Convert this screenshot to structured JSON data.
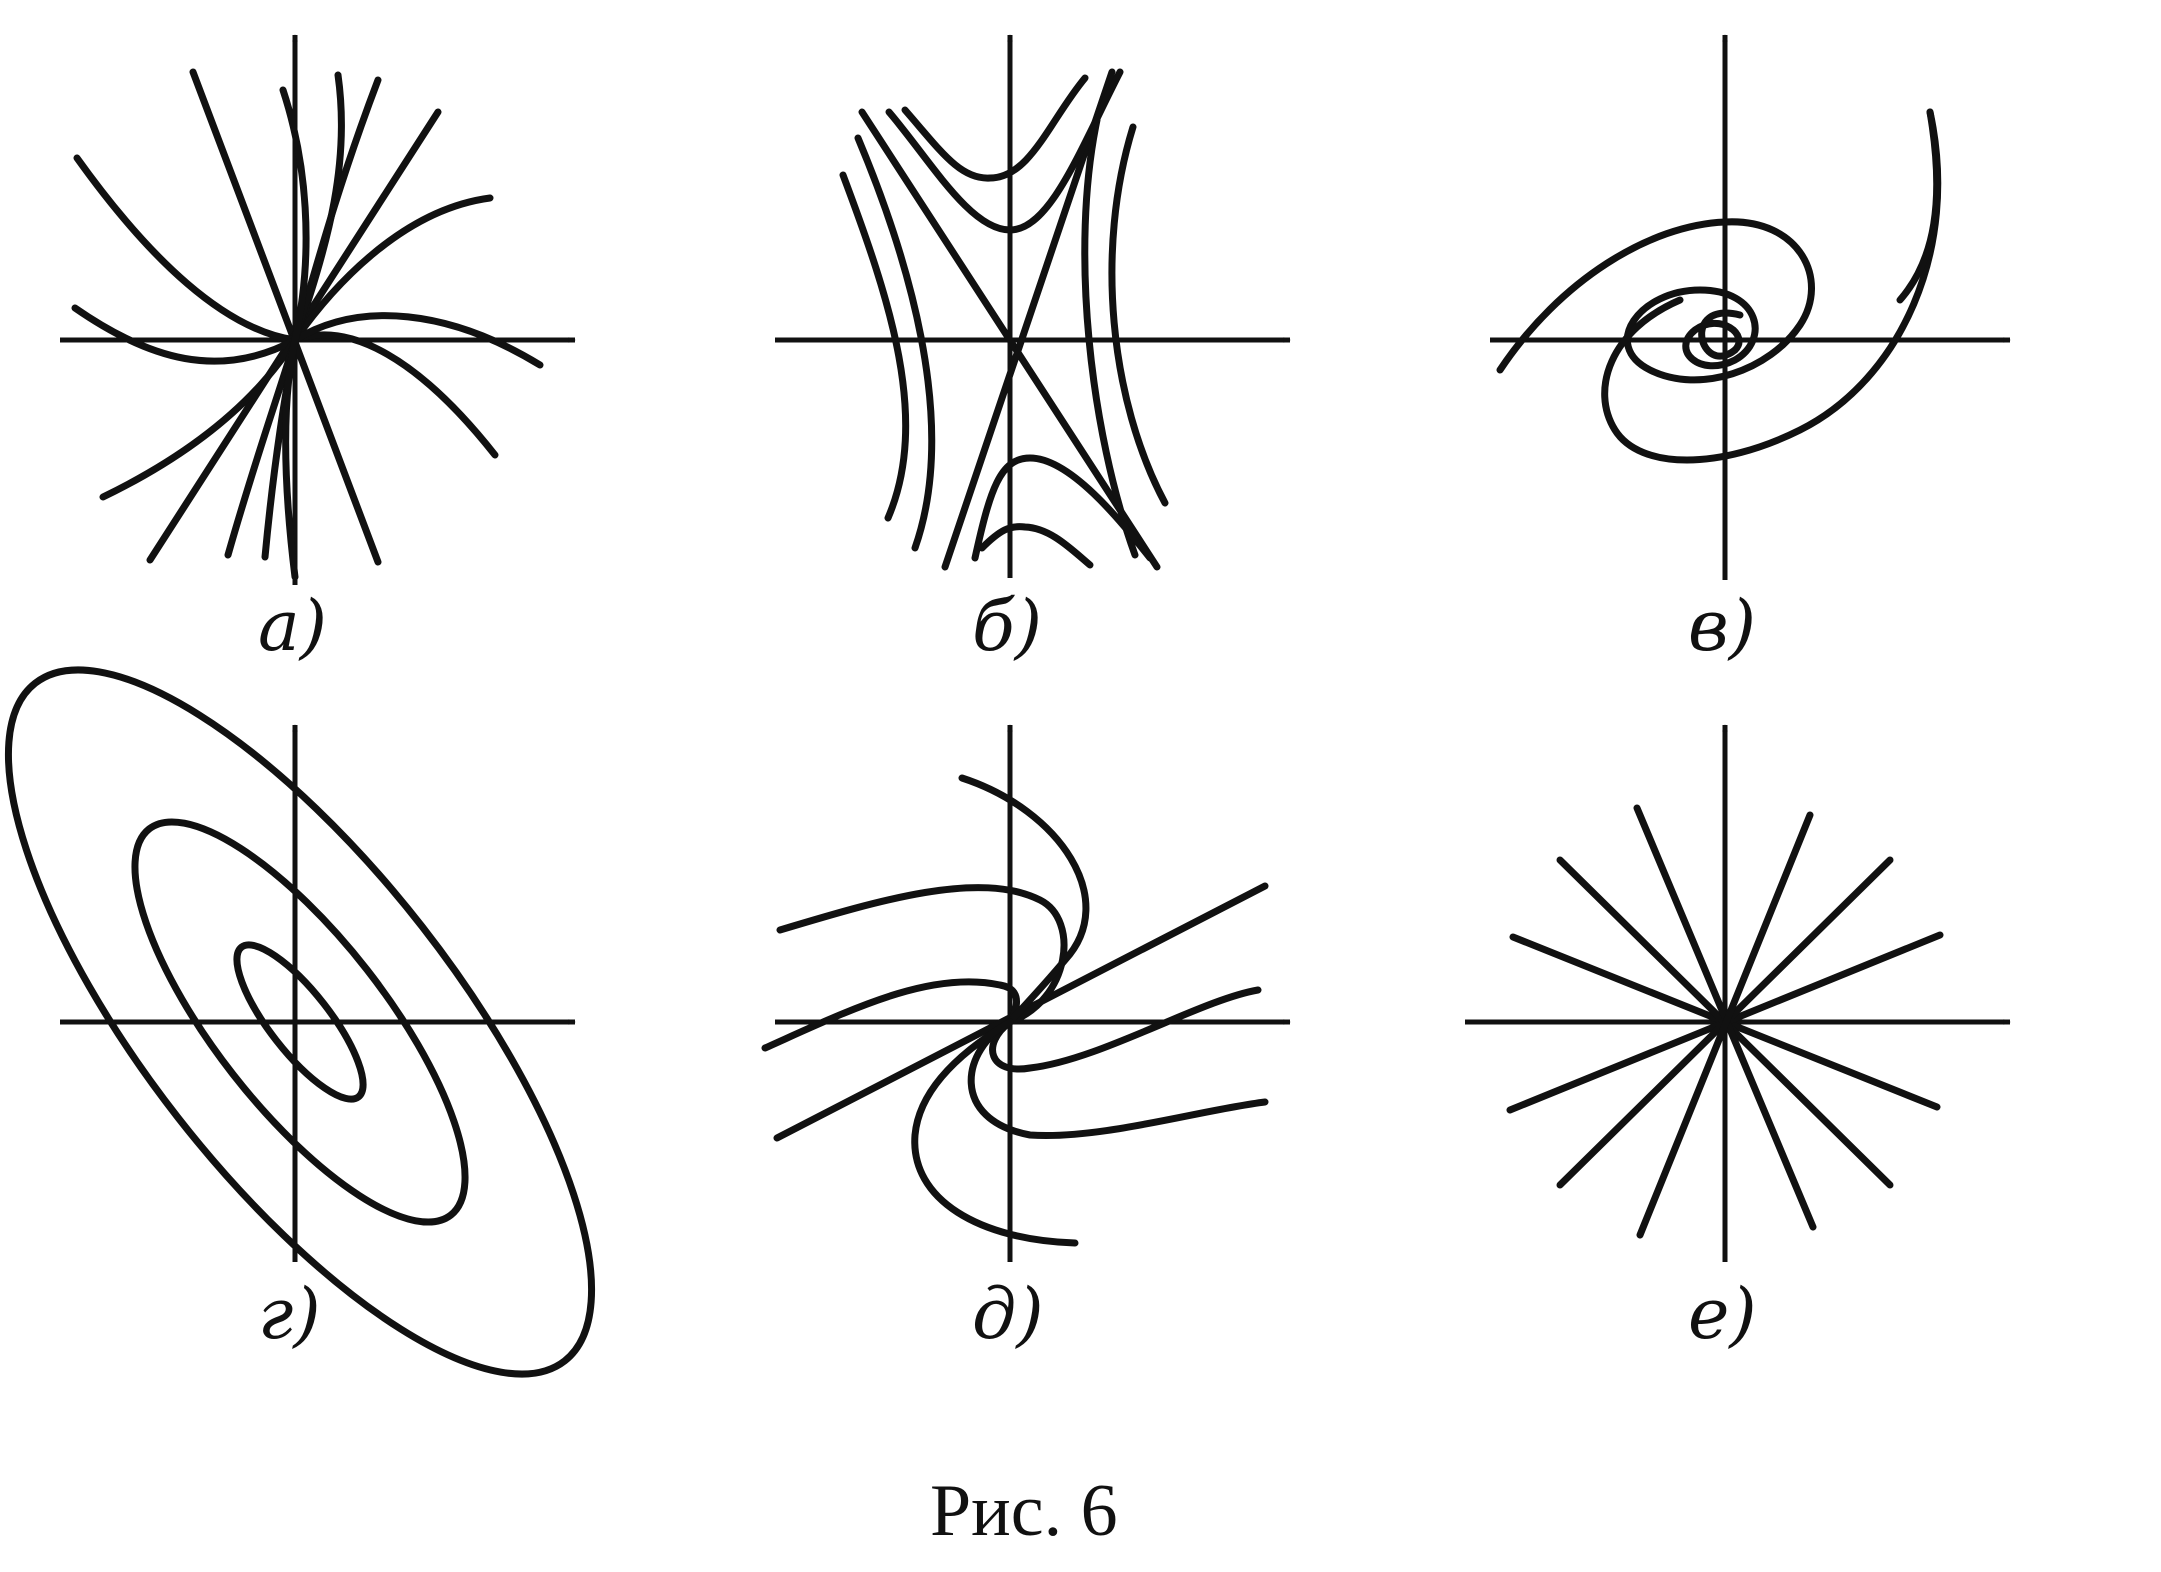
{
  "figure": {
    "caption": "Рис. 6",
    "stroke_color": "#111111",
    "background_color": "#ffffff"
  },
  "panels": [
    {
      "id": "a",
      "label": "а)",
      "portrait": "node"
    },
    {
      "id": "b",
      "label": "б)",
      "portrait": "saddle"
    },
    {
      "id": "c",
      "label": "в)",
      "portrait": "focus"
    },
    {
      "id": "d",
      "label": "г)",
      "portrait": "center"
    },
    {
      "id": "e",
      "label": "д)",
      "portrait": "degenerate-node"
    },
    {
      "id": "f",
      "label": "е)",
      "portrait": "star-node"
    }
  ]
}
